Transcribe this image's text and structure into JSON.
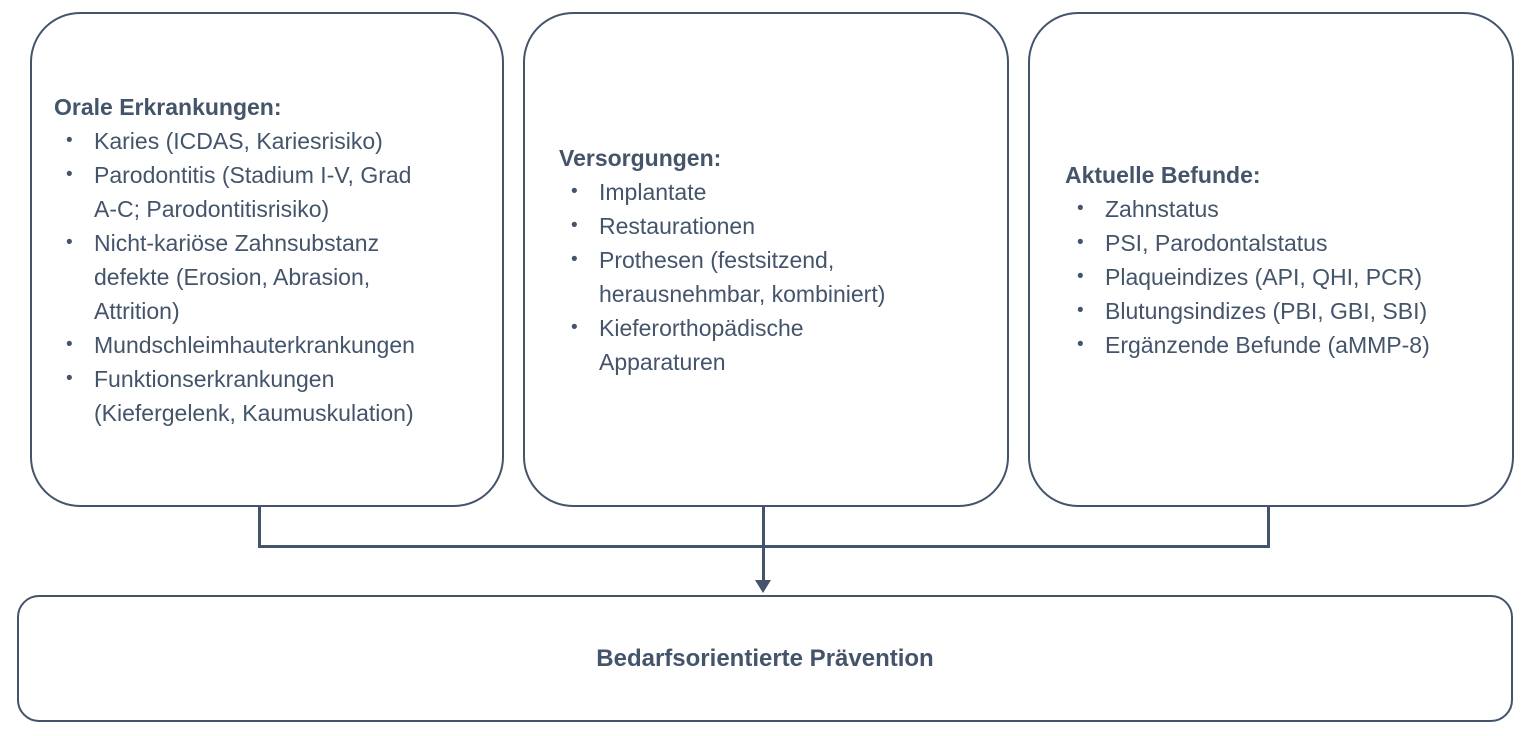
{
  "colors": {
    "accent": "#44546A",
    "background": "#FFFFFF"
  },
  "glyphs": {
    "bullet": "•"
  },
  "boxes": [
    {
      "title": "Orale Erkrankungen:",
      "items": [
        "Karies (ICDAS, Kariesrisiko)",
        "Parodontitis (Stadium I-V, Grad\nA-C; Parodontitisrisiko)",
        "Nicht-kariöse Zahnsubstanz\ndefekte (Erosion, Abrasion,\nAttrition)",
        "Mundschleimhauterkrankungen",
        "Funktionserkrankungen\n(Kiefergelenk, Kaumuskulation)"
      ]
    },
    {
      "title": "Versorgungen:",
      "items": [
        "Implantate",
        "Restaurationen",
        "Prothesen (festsitzend,\nherausnehmbar, kombiniert)",
        "Kieferorthopädische\nApparaturen"
      ]
    },
    {
      "title": "Aktuelle Befunde:",
      "items": [
        "Zahnstatus",
        "PSI, Parodontalstatus",
        "Plaqueindizes (API, QHI, PCR)",
        "Blutungsindizes (PBI, GBI, SBI)",
        "Ergänzende Befunde (aMMP-8)"
      ]
    }
  ],
  "result_box": {
    "label": "Bedarfsorientierte Prävention"
  }
}
